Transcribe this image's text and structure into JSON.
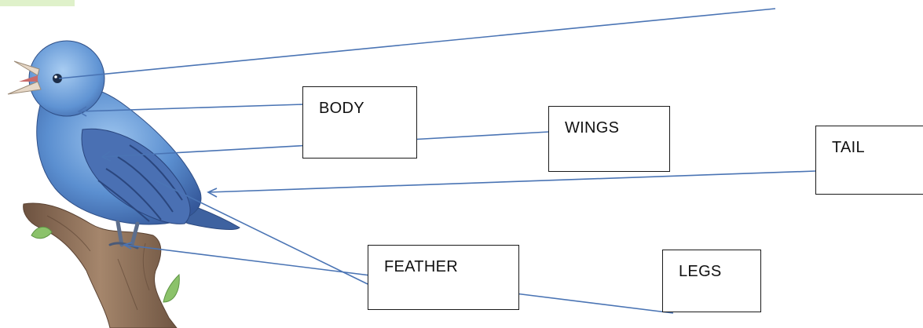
{
  "labels": {
    "body": "BODY",
    "wings": "WINGS",
    "tail": "TAIL",
    "feather": "FEATHER",
    "legs": "LEGS"
  },
  "colors": {
    "leader_line": "#4a74b4",
    "box_border": "#1a1a1a",
    "bird_blue": "#5b8fd0",
    "bird_dark": "#3a5f9e",
    "branch": "#8a6b53",
    "leaf": "#8bc26a"
  }
}
